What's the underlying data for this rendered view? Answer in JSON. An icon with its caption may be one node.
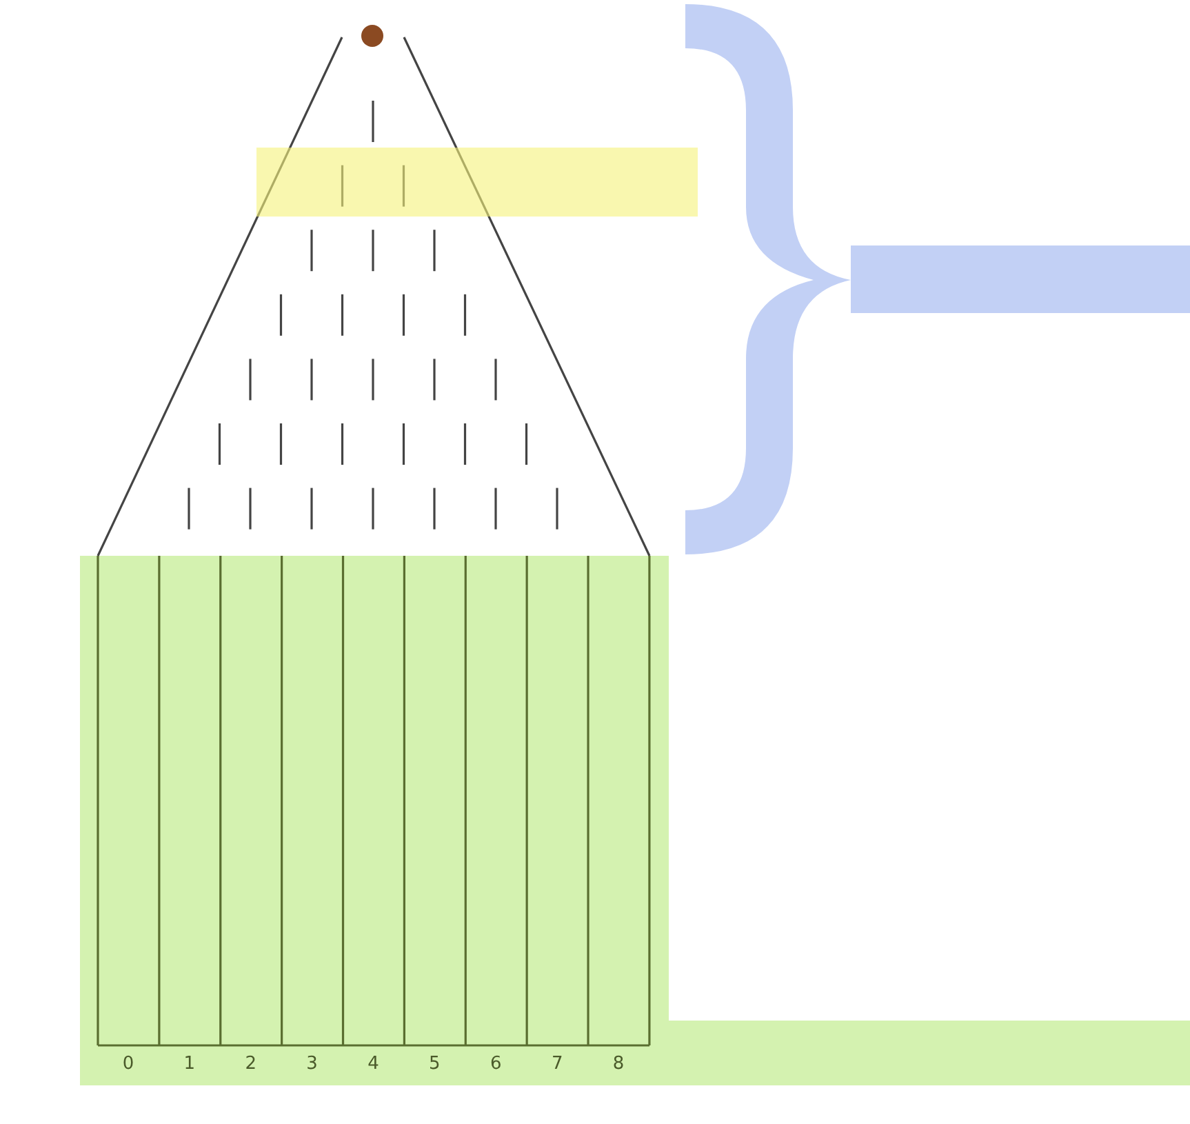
{
  "diagram": {
    "labels": [
      "0",
      "1",
      "2",
      "3",
      "4",
      "5",
      "6",
      "7",
      "8"
    ]
  }
}
